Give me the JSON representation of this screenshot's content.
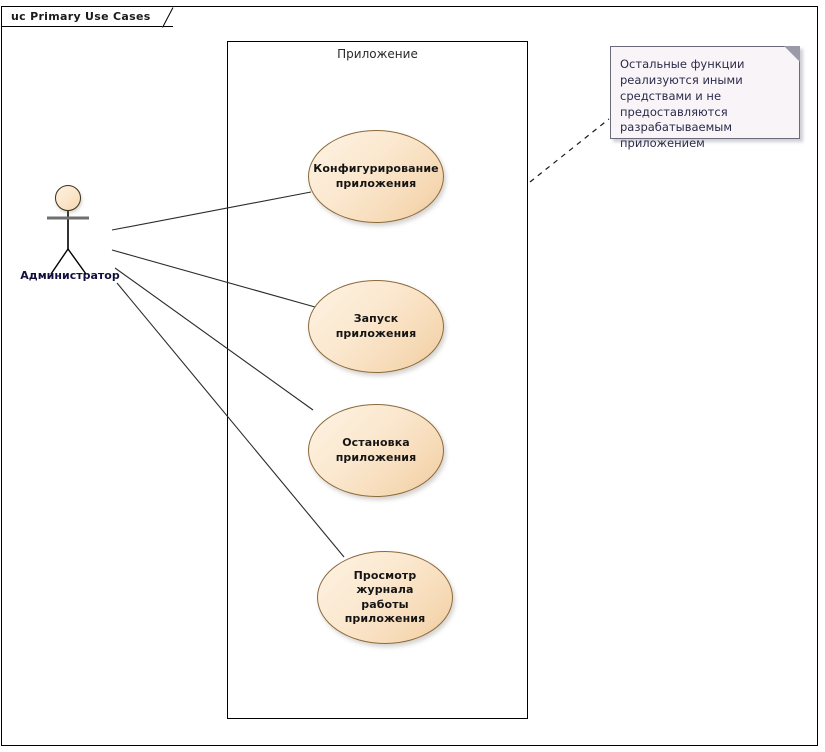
{
  "diagram": {
    "title_tab": "uc Primary Use Cases",
    "type": "uml-use-case-diagram",
    "colors": {
      "usecase_fill_light": "#fdf3e3",
      "usecase_fill_dark": "#edc79c",
      "usecase_stroke": "#8a6a3a",
      "note_fill": "#f9f4f8",
      "note_stroke": "#6a6a7a",
      "note_text": "#2b2b4a",
      "actor_label": "#101040",
      "frame_stroke": "#000000"
    }
  },
  "system_boundary": {
    "label": "Приложение"
  },
  "actor": {
    "name": "Администратор",
    "icon": "stick-figure-actor-icon"
  },
  "use_cases": [
    {
      "id": "uc-configure",
      "label": "Конфигурирование\nприложения"
    },
    {
      "id": "uc-start",
      "label": "Запуск приложения"
    },
    {
      "id": "uc-stop",
      "label": "Остановка\nприложения"
    },
    {
      "id": "uc-view-log",
      "label": "Просмотр журнала\nработы приложения"
    }
  ],
  "note": {
    "text": "Остальные функции реализуются иными средствами и не предоставляются разрабатываемым приложением"
  },
  "associations": [
    {
      "from": "Администратор",
      "to": "Конфигурирование приложения"
    },
    {
      "from": "Администратор",
      "to": "Запуск приложения"
    },
    {
      "from": "Администратор",
      "to": "Остановка приложения"
    },
    {
      "from": "Администратор",
      "to": "Просмотр журнала работы приложения"
    }
  ]
}
